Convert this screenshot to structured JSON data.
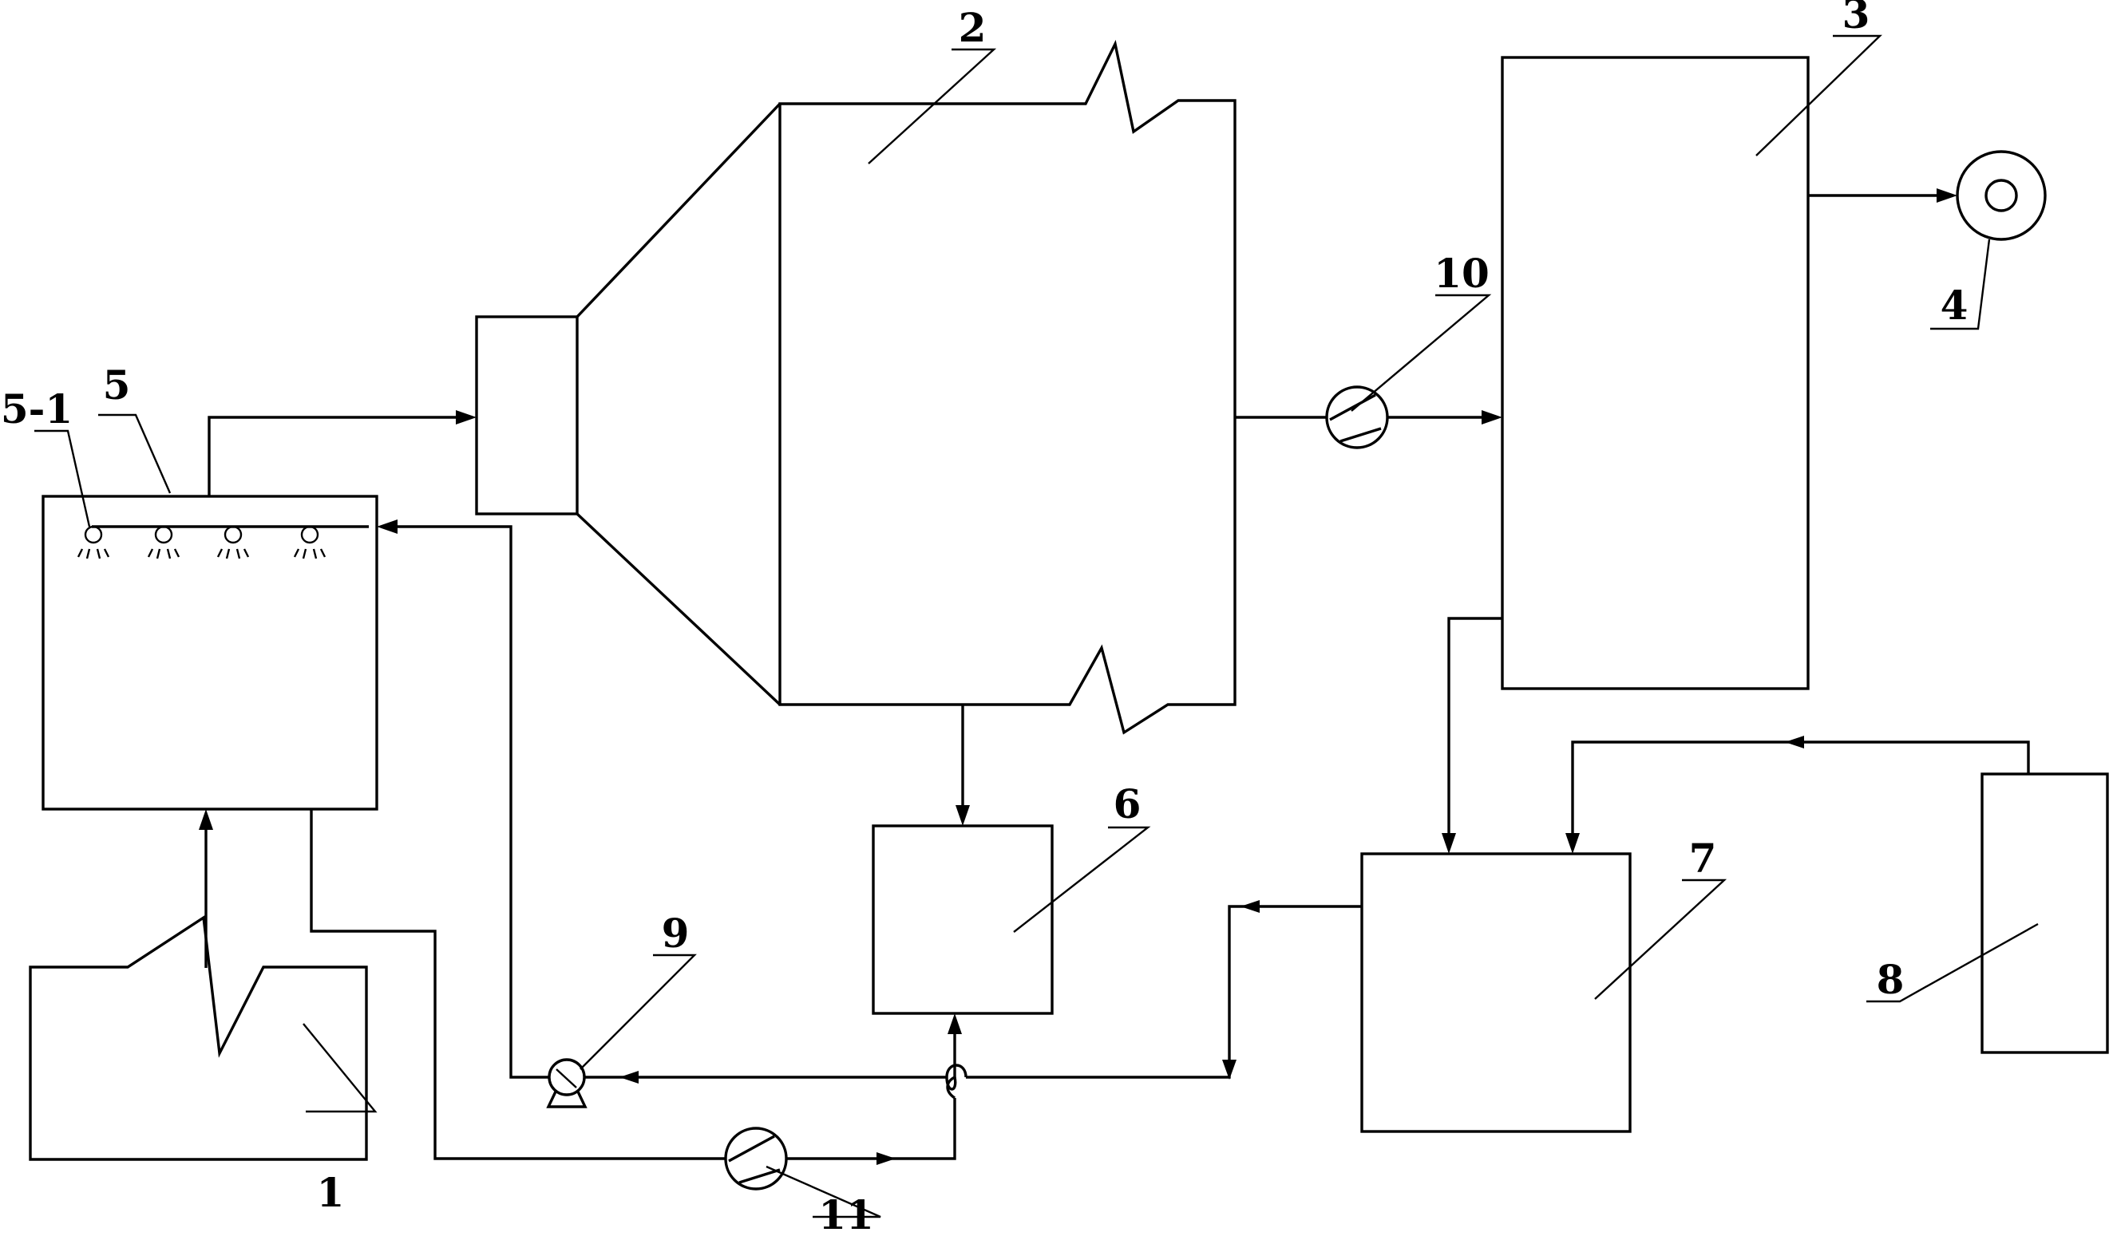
{
  "diagram": {
    "labels": {
      "l1": "1",
      "l2": "2",
      "l3": "3",
      "l4": "4",
      "l5": "5",
      "l5_1": "5-1",
      "l6": "6",
      "l7": "7",
      "l8": "8",
      "l9": "9",
      "l10": "10",
      "l11": "11"
    },
    "colors": {
      "line": "#000000",
      "background": "#ffffff"
    },
    "icons": {
      "pump": "pump-icon",
      "fan": "fan-icon",
      "nozzle": "spray-nozzle-icon",
      "chimney": "chimney-icon"
    }
  }
}
